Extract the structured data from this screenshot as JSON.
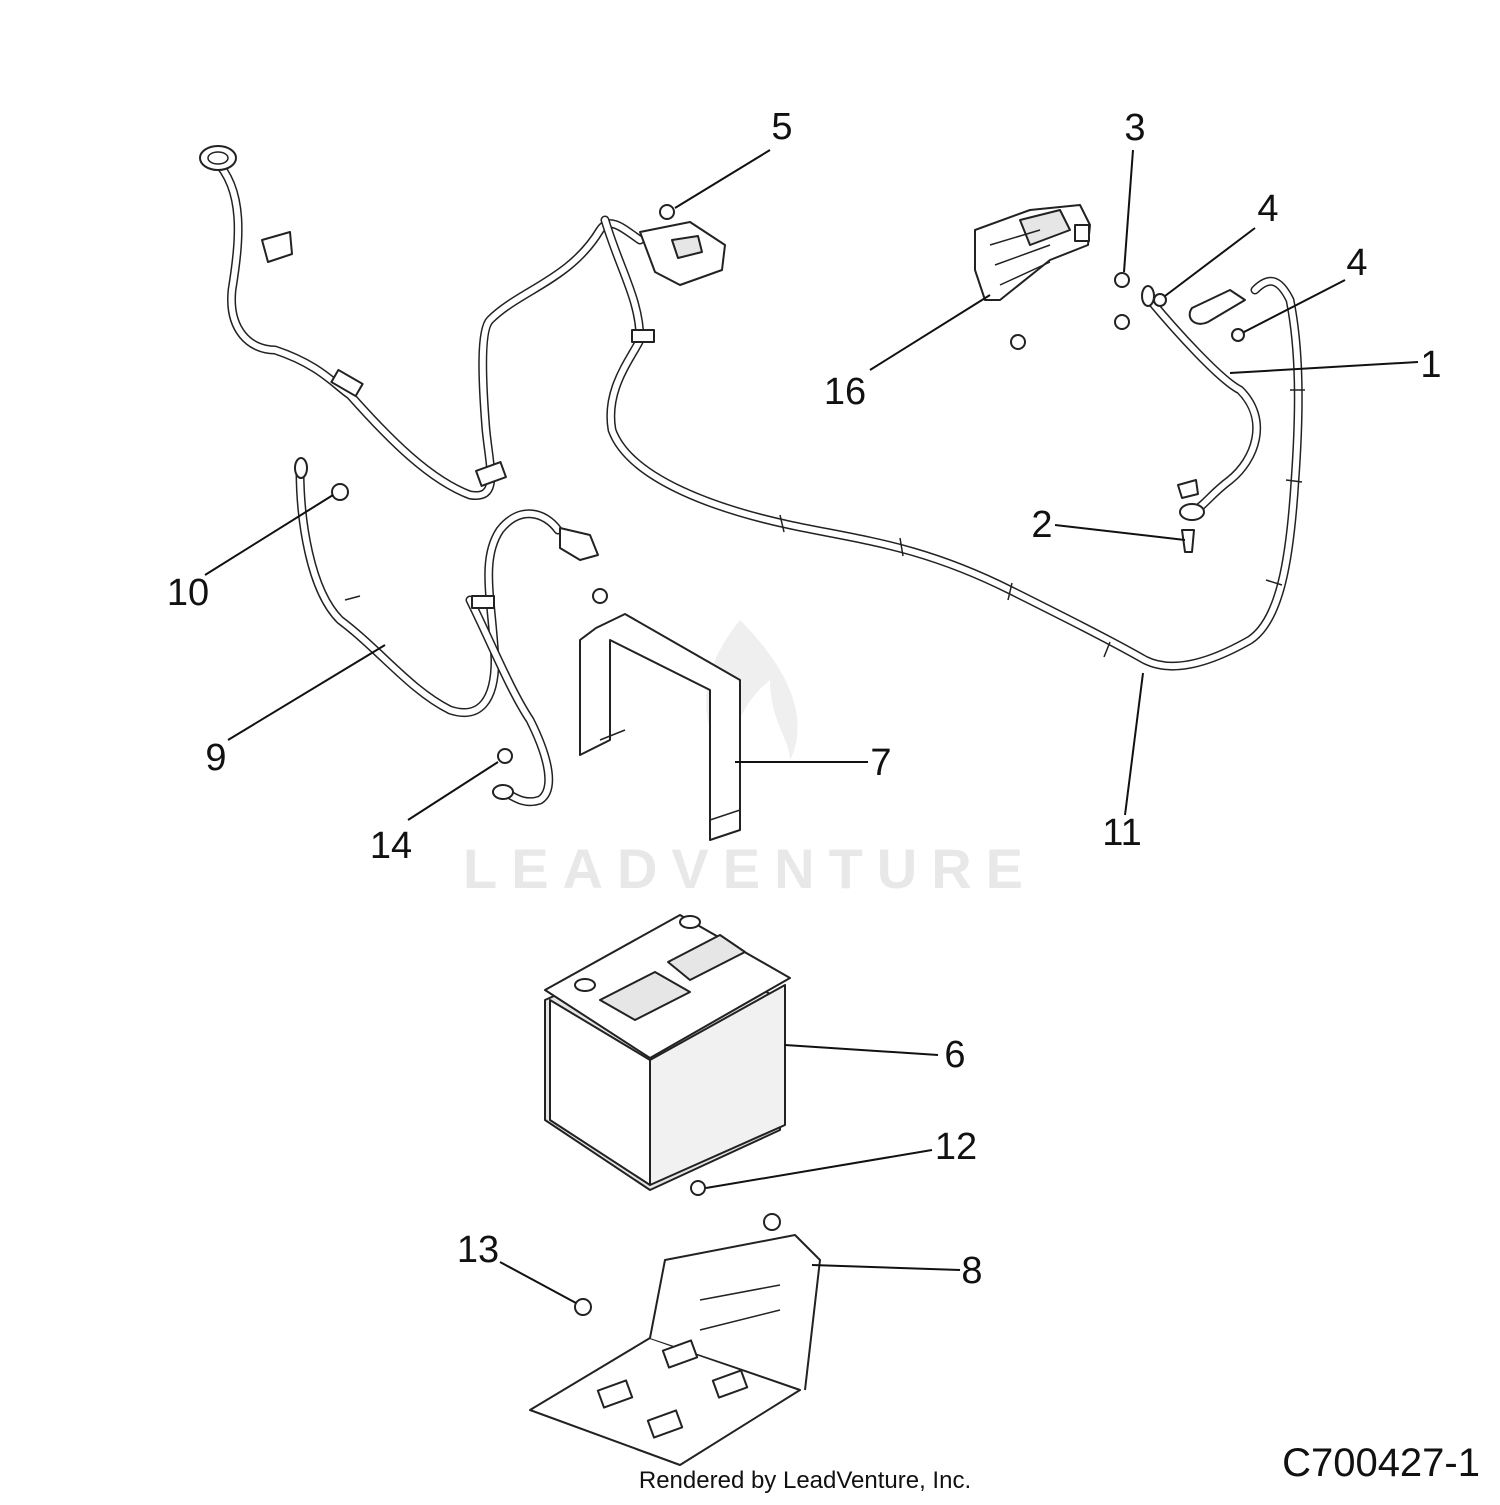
{
  "diagram": {
    "drawing_id": "C700427-1",
    "credit": "Rendered by LeadVenture, Inc.",
    "watermark": "LEADVENTURE",
    "callouts": {
      "c1": "1",
      "c2": "2",
      "c3": "3",
      "c4a": "4",
      "c4b": "4",
      "c5": "5",
      "c6": "6",
      "c7": "7",
      "c8": "8",
      "c9": "9",
      "c10": "10",
      "c11": "11",
      "c12": "12",
      "c13": "13",
      "c14": "14",
      "c16": "16"
    }
  }
}
